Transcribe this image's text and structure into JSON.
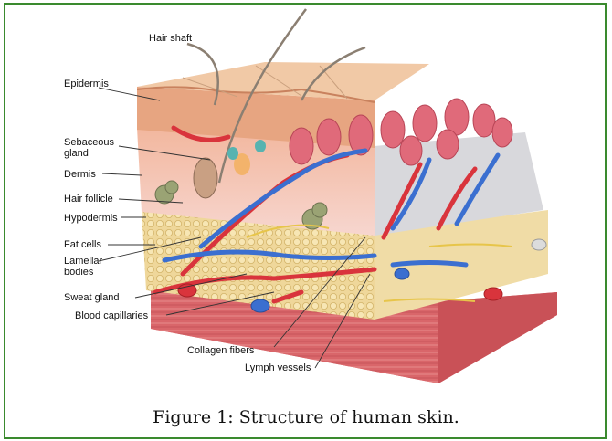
{
  "colors": {
    "border": "#3a8a2e",
    "epidermis": "#e8b08a",
    "dermis": "#f4c6c0",
    "hypodermis": "#efd79a",
    "muscle": "#d9666a",
    "artery": "#d9343c",
    "vein": "#3b6fd0",
    "nerve": "#e7c54a"
  },
  "labels": {
    "hair_shaft": "Hair shaft",
    "epidermis": "Epidermis",
    "sebaceous_gland_1": "Sebaceous",
    "sebaceous_gland_2": "gland",
    "dermis": "Dermis",
    "hair_follicle": "Hair follicle",
    "hypodermis": "Hypodermis",
    "fat_cells": "Fat cells",
    "lamellar_bodies_1": "Lamellar",
    "lamellar_bodies_2": "bodies",
    "sweat_gland": "Sweat gland",
    "blood_capillaries": "Blood capillaries",
    "collagen_fibers": "Collagen fibers",
    "lymph_vessels": "Lymph vessels"
  },
  "caption": "Figure 1: Structure of human skin."
}
